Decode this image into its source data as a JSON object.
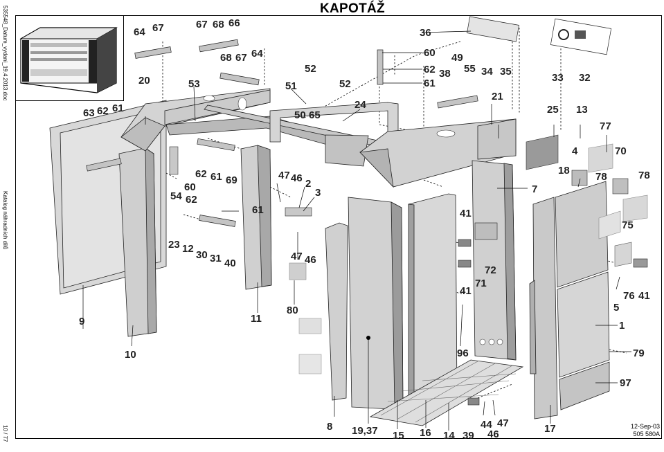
{
  "page": {
    "title": "KAPOTÁŽ",
    "side_doc": "535548_Datum_vydani_19.4.2013.doc",
    "side_catalog": "Katalog náhradních dílů",
    "side_page": "10 / 77",
    "footer_date": "12-Sep-03",
    "footer_code": "505 580A"
  },
  "parts": [
    {
      "id": "p1",
      "text": "1"
    },
    {
      "id": "p2",
      "text": "2"
    },
    {
      "id": "p3",
      "text": "3"
    },
    {
      "id": "p4",
      "text": "4"
    },
    {
      "id": "p5",
      "text": "5"
    },
    {
      "id": "p7",
      "text": "7"
    },
    {
      "id": "p8",
      "text": "8"
    },
    {
      "id": "p9",
      "text": "9"
    },
    {
      "id": "p10",
      "text": "10"
    },
    {
      "id": "p11",
      "text": "11"
    },
    {
      "id": "p12",
      "text": "12"
    },
    {
      "id": "p13",
      "text": "13"
    },
    {
      "id": "p14",
      "text": "14"
    },
    {
      "id": "p15",
      "text": "15"
    },
    {
      "id": "p16",
      "text": "16"
    },
    {
      "id": "p17",
      "text": "17"
    },
    {
      "id": "p18",
      "text": "18"
    },
    {
      "id": "p1937",
      "text": "19,37"
    },
    {
      "id": "p20",
      "text": "20"
    },
    {
      "id": "p21",
      "text": "21"
    },
    {
      "id": "p23",
      "text": "23"
    },
    {
      "id": "p24",
      "text": "24"
    },
    {
      "id": "p25",
      "text": "25"
    },
    {
      "id": "p30",
      "text": "30"
    },
    {
      "id": "p31",
      "text": "31"
    },
    {
      "id": "p32",
      "text": "32"
    },
    {
      "id": "p33",
      "text": "33"
    },
    {
      "id": "p34",
      "text": "34"
    },
    {
      "id": "p35",
      "text": "35"
    },
    {
      "id": "p36",
      "text": "36"
    },
    {
      "id": "p38",
      "text": "38"
    },
    {
      "id": "p39",
      "text": "39"
    },
    {
      "id": "p40",
      "text": "40"
    },
    {
      "id": "p41a",
      "text": "41"
    },
    {
      "id": "p41b",
      "text": "41"
    },
    {
      "id": "p41c",
      "text": "41"
    },
    {
      "id": "p44",
      "text": "44"
    },
    {
      "id": "p46a",
      "text": "46"
    },
    {
      "id": "p46b",
      "text": "46"
    },
    {
      "id": "p46c",
      "text": "46"
    },
    {
      "id": "p47a",
      "text": "47"
    },
    {
      "id": "p47b",
      "text": "47"
    },
    {
      "id": "p47c",
      "text": "47"
    },
    {
      "id": "p49",
      "text": "49"
    },
    {
      "id": "p50",
      "text": "50"
    },
    {
      "id": "p51",
      "text": "51"
    },
    {
      "id": "p52a",
      "text": "52"
    },
    {
      "id": "p52b",
      "text": "52"
    },
    {
      "id": "p53",
      "text": "53"
    },
    {
      "id": "p54",
      "text": "54"
    },
    {
      "id": "p55",
      "text": "55"
    },
    {
      "id": "p60a",
      "text": "60"
    },
    {
      "id": "p60b",
      "text": "60"
    },
    {
      "id": "p61a",
      "text": "61"
    },
    {
      "id": "p61b",
      "text": "61"
    },
    {
      "id": "p61c",
      "text": "61"
    },
    {
      "id": "p61d",
      "text": "61"
    },
    {
      "id": "p62a",
      "text": "62"
    },
    {
      "id": "p62b",
      "text": "62"
    },
    {
      "id": "p62c",
      "text": "62"
    },
    {
      "id": "p62d",
      "text": "62"
    },
    {
      "id": "p63",
      "text": "63"
    },
    {
      "id": "p64a",
      "text": "64"
    },
    {
      "id": "p64b",
      "text": "64"
    },
    {
      "id": "p65",
      "text": "65"
    },
    {
      "id": "p66",
      "text": "66"
    },
    {
      "id": "p67a",
      "text": "67"
    },
    {
      "id": "p67b",
      "text": "67"
    },
    {
      "id": "p67c",
      "text": "67"
    },
    {
      "id": "p68a",
      "text": "68"
    },
    {
      "id": "p68b",
      "text": "68"
    },
    {
      "id": "p69",
      "text": "69"
    },
    {
      "id": "p70",
      "text": "70"
    },
    {
      "id": "p71",
      "text": "71"
    },
    {
      "id": "p72",
      "text": "72"
    },
    {
      "id": "p75",
      "text": "75"
    },
    {
      "id": "p76",
      "text": "76"
    },
    {
      "id": "p77",
      "text": "77"
    },
    {
      "id": "p78a",
      "text": "78"
    },
    {
      "id": "p78b",
      "text": "78"
    },
    {
      "id": "p79",
      "text": "79"
    },
    {
      "id": "p80",
      "text": "80"
    },
    {
      "id": "p96",
      "text": "96"
    },
    {
      "id": "p97",
      "text": "97"
    }
  ]
}
